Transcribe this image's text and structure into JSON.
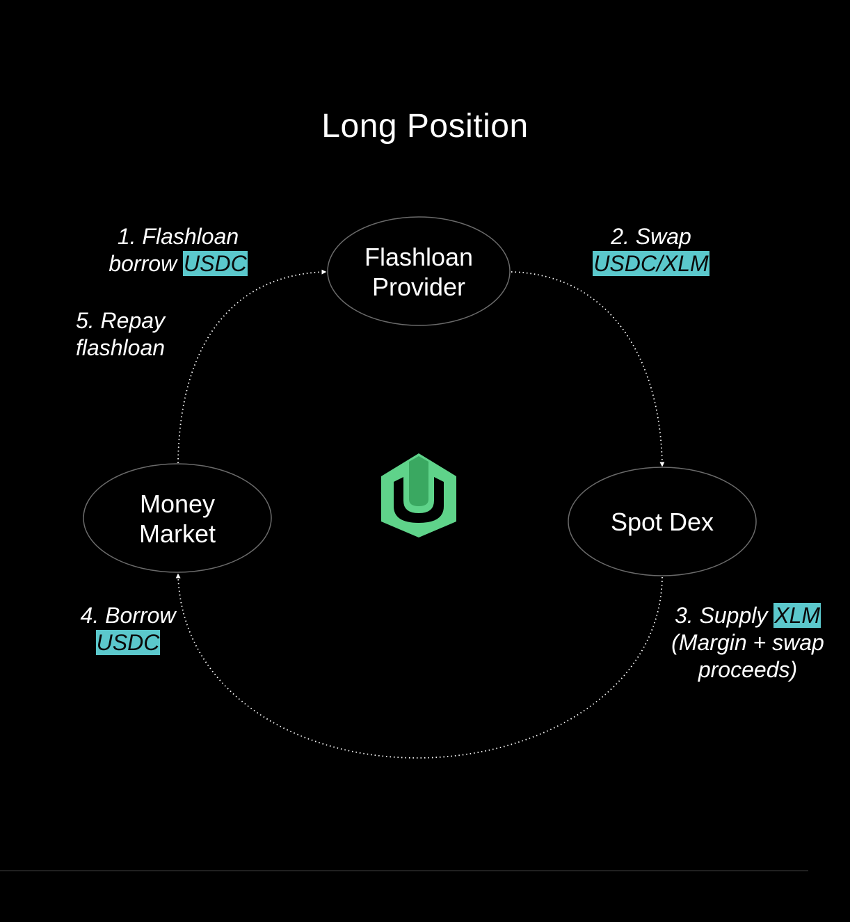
{
  "title": "Long Position",
  "nodes": {
    "flashloan_provider": {
      "line1": "Flashloan",
      "line2": "Provider"
    },
    "spot_dex": {
      "line1": "Spot Dex"
    },
    "money_market": {
      "line1": "Money",
      "line2": "Market"
    }
  },
  "steps": {
    "step1": {
      "line1": "1. Flashloan",
      "line2_prefix": "borrow ",
      "token": "USDC"
    },
    "step2": {
      "line1": "2. Swap",
      "token": "USDC/XLM"
    },
    "step3": {
      "line1_prefix": "3. Supply ",
      "token": "XLM",
      "line2": "(Margin + swap",
      "line3": "proceeds)"
    },
    "step4": {
      "line1": "4. Borrow",
      "token": "USDC"
    },
    "step5": {
      "line1": "5. Repay",
      "line2": "flashloan"
    }
  },
  "logo": {
    "icon": "hexagon-u-logo-icon"
  },
  "colors": {
    "background": "#000000",
    "highlight": "#5bc8cc",
    "logo_light": "#5fd38a",
    "logo_dark": "#3aa861",
    "ellipse_stroke": "#6a6a6a"
  }
}
